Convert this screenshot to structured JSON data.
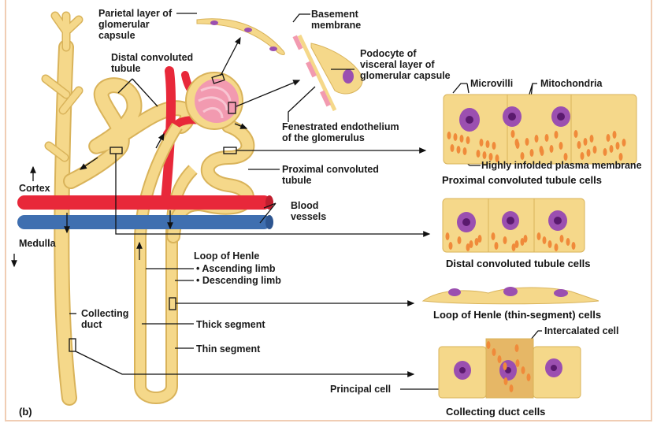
{
  "figure": {
    "panel_label": "(b)",
    "colors": {
      "tubule": "#f5d88a",
      "tubule_edge": "#d9b35a",
      "artery": "#e8283a",
      "vein": "#3f6fb0",
      "nucleus": "#9b4fb0",
      "nucleolus": "#5a1a6e",
      "mitochondria": "#f08a3a",
      "glomerulus": "#f29ab0",
      "frame": "#f0cdb4"
    }
  },
  "labels": {
    "parietal_layer": "Parietal layer of\nglomerular\ncapsule",
    "basement_membrane": "Basement\nmembrane",
    "podocyte": "Podocyte of\nvisceral layer of\nglomerular capsule",
    "distal_tubule": "Distal convoluted\ntubule",
    "fenestrated": "Fenestrated endothelium\nof the glomerulus",
    "microvilli": "Microvilli",
    "mitochondria": "Mitochondria",
    "infolded_membrane": "Highly infolded plasma membrane",
    "proximal_tubule": "Proximal convoluted\ntubule",
    "blood_vessels": "Blood\nvessels",
    "cortex": "Cortex",
    "medulla": "Medulla",
    "loop_of_henle": "Loop of Henle",
    "ascending_limb": "• Ascending limb",
    "descending_limb": "• Descending limb",
    "collecting_duct": "Collecting\nduct",
    "thick_segment": "Thick segment",
    "thin_segment": "Thin segment",
    "intercalated_cell": "Intercalated cell",
    "principal_cell": "Principal cell"
  },
  "captions": {
    "proximal_cells": "Proximal convoluted tubule cells",
    "distal_cells": "Distal convoluted tubule cells",
    "henle_cells": "Loop of Henle (thin-segment) cells",
    "collecting_cells": "Collecting duct cells"
  }
}
